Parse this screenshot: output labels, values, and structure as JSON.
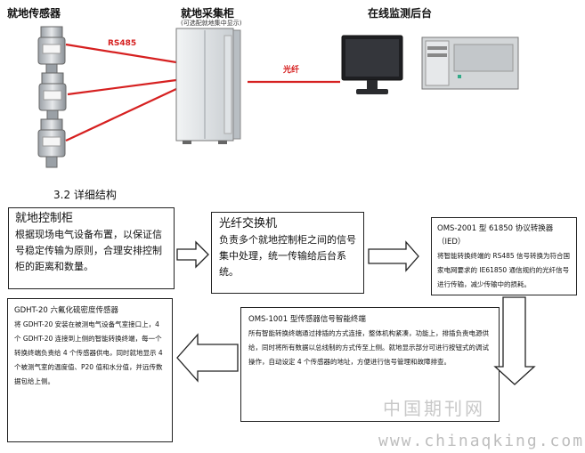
{
  "top_diagram": {
    "headers": {
      "local_sensor": "就地传感器",
      "local_cabinet": "就地采集柜",
      "cabinet_sub": "(可选配就地集中显示)",
      "monitor": "在线监测后台"
    },
    "link_labels": {
      "rs485": "RS485",
      "fiber": "光纤"
    }
  },
  "section_title": "3.2 详细结构",
  "boxes": {
    "control_cabinet": {
      "title": "就地控制柜",
      "body": "根据现场电气设备布置，以保证信号稳定传输为原则，合理安排控制柜的距离和数量。"
    },
    "fiber_switch": {
      "title": "光纤交换机",
      "body": "负责多个就地控制柜之间的信号集中处理，统一传输给后台系统。"
    },
    "protocol_converter": {
      "title": "OMS-2001 型 61850 协议转换器（IED）",
      "body": "将智能转换终端的 RS485 信号转换为符合国家电网要求的 IE61850 通信规约的光纤信号进行传输，减少传输中的损耗。"
    },
    "terminal": {
      "title": "OMS-1001 型传感器信号智能终端",
      "body": "所有智能转换终端通过排插的方式连接，整体机构紧凑，功能上，排插负责电源供给，同时将所有数据以总线制的方式传至上侧。就地显示部分可进行按钮式的调试操作，自动设定 4 个传感器的地址，方便进行信号管理和故障排查。"
    },
    "sensor": {
      "title": "GDHT-20 六氟化硫密度传感器",
      "body": "将 GDHT-20 安装在被测电气设备气室接口上，4 个 GDHT-20 连接到上侧的智能转换终端，每一个转换终端负责给 4 个传感器供电，同时就地显示 4 个被测气室的温度值、P20 值和水分值，并远传数据包给上侧。"
    }
  },
  "watermark": {
    "cn": "中国期刊网",
    "url": "www.chinaqking.com"
  },
  "colors": {
    "link_red": "#d62020",
    "border": "#222222",
    "arrow_fill": "#ffffff"
  }
}
